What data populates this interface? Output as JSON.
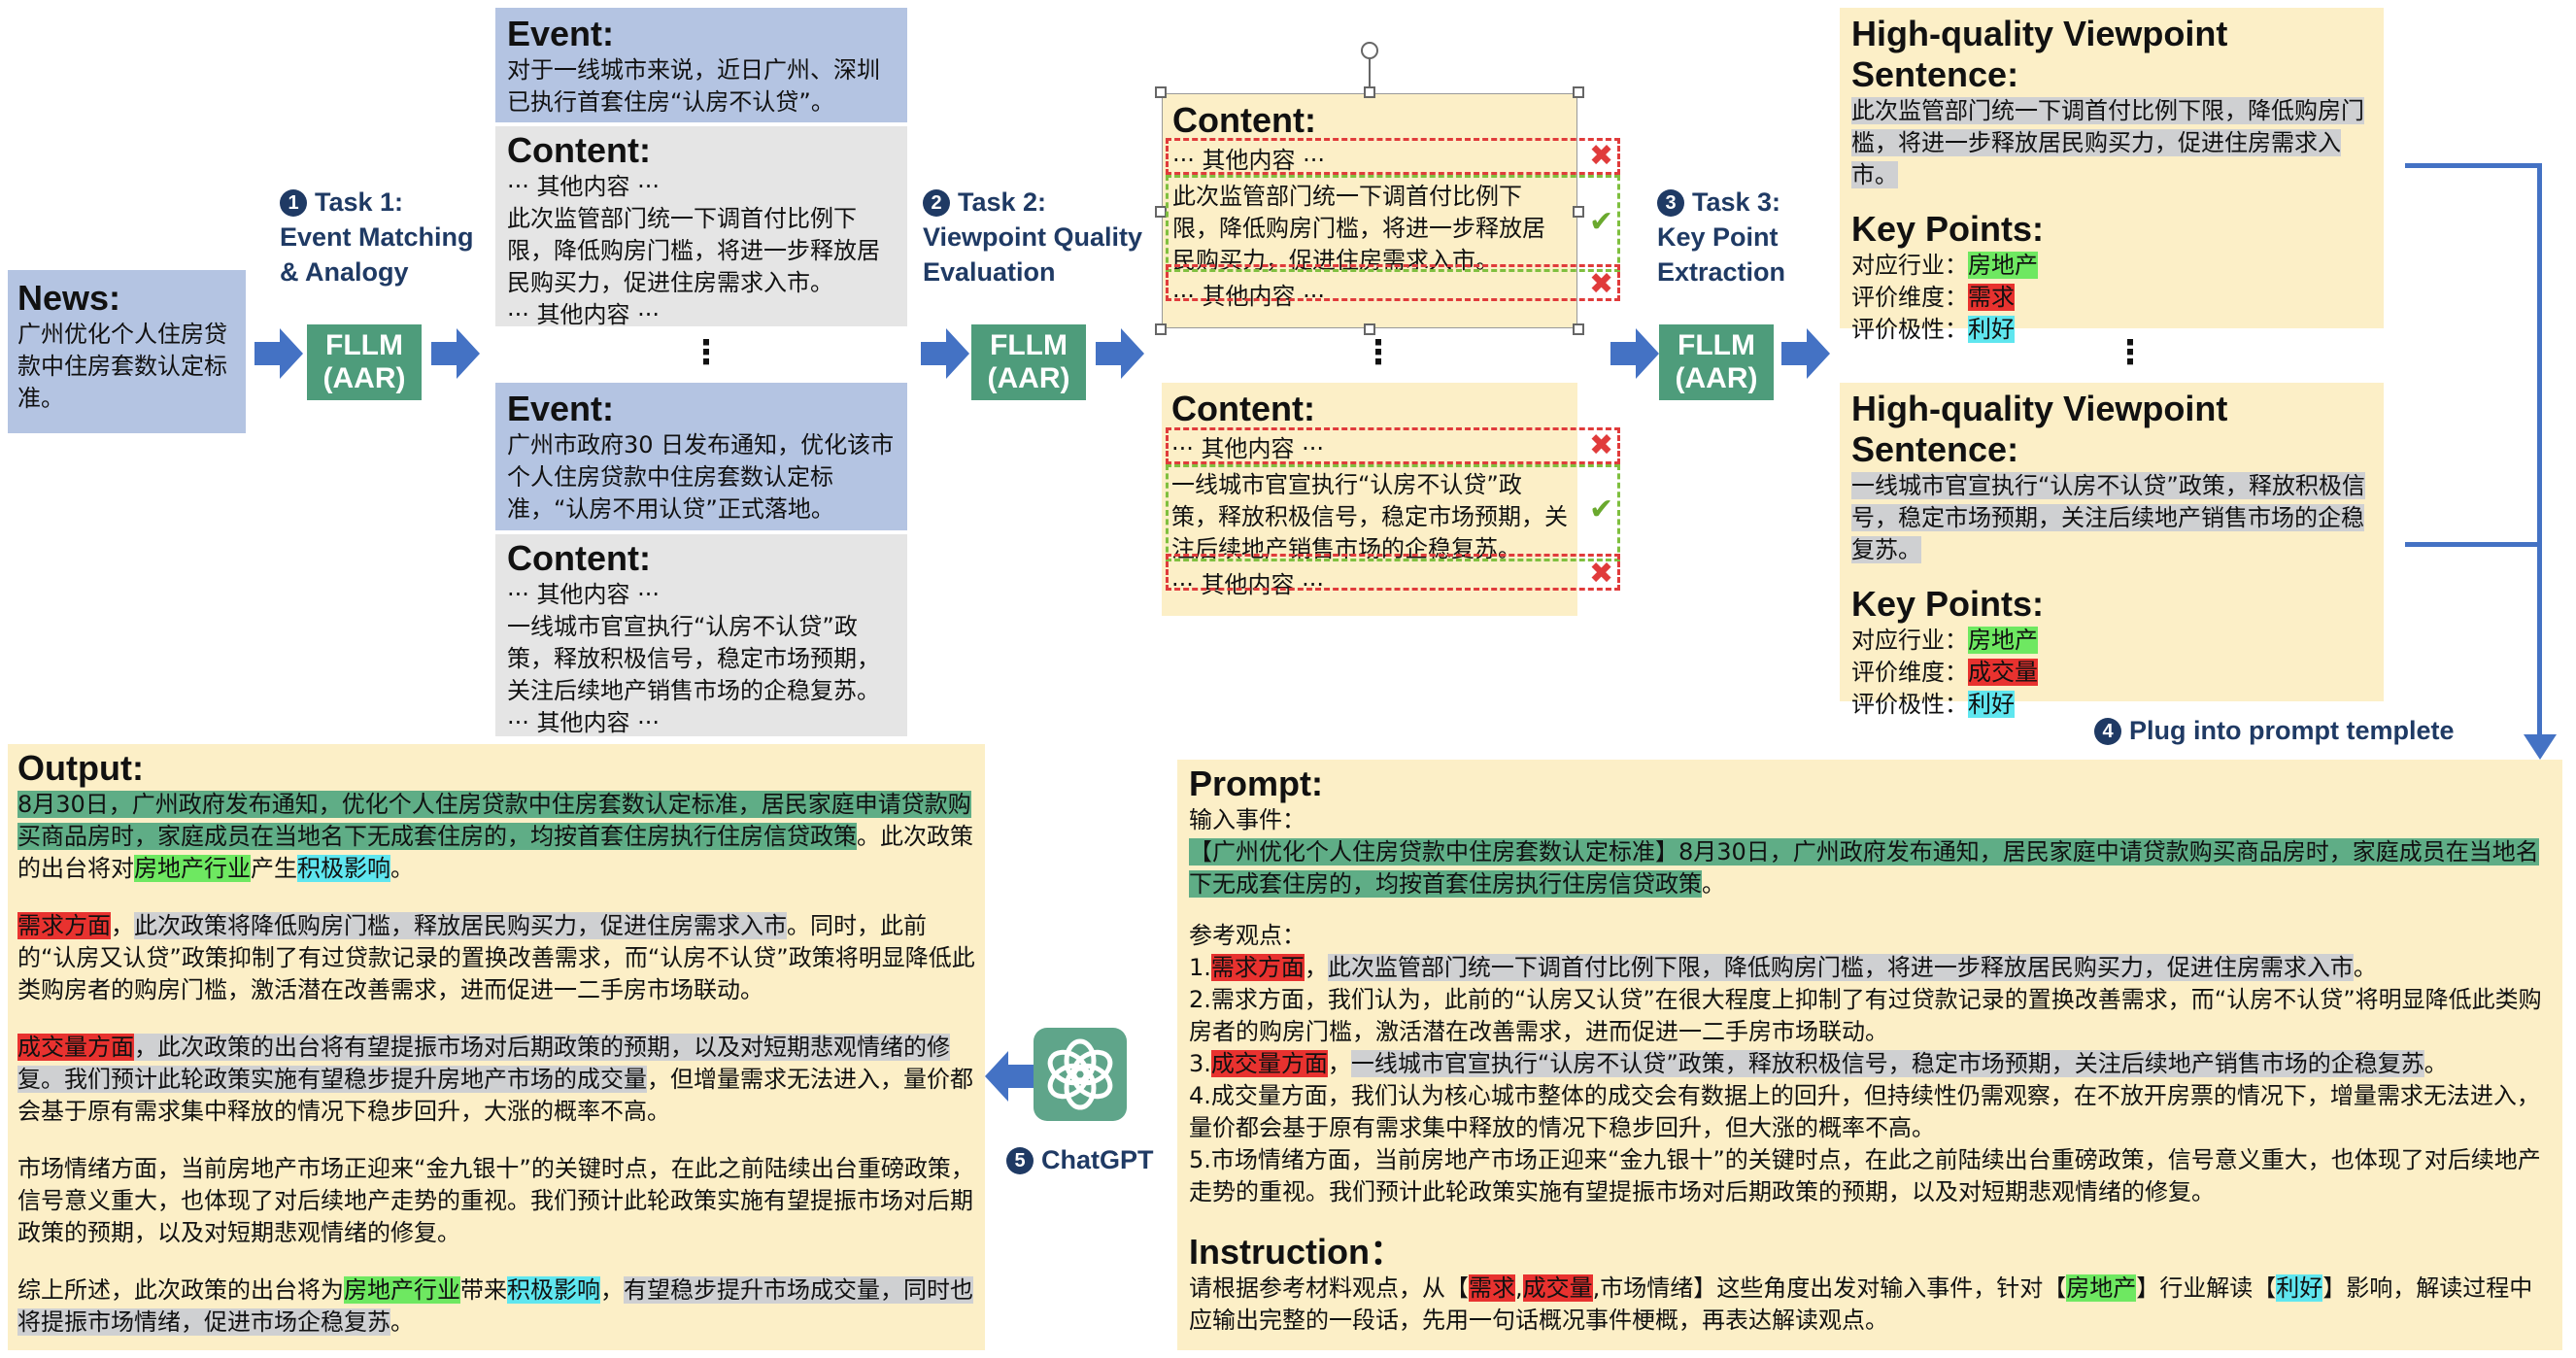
{
  "news": {
    "title": "News:",
    "text": "广州优化个人住房贷款中住房套数认定标准。"
  },
  "task1": {
    "num": "1",
    "label1": "Task 1:",
    "label2": "Event Matching",
    "label3": "& Analogy"
  },
  "task2": {
    "num": "2",
    "label1": "Task 2:",
    "label2": "Viewpoint Quality",
    "label3": "Evaluation"
  },
  "task3": {
    "num": "3",
    "label1": "Task 3:",
    "label2": "Key Point",
    "label3": "Extraction"
  },
  "step4": {
    "num": "4",
    "label": "Plug into prompt templete"
  },
  "step5": {
    "num": "5",
    "label": "ChatGPT"
  },
  "fllm": {
    "line1": "FLLM",
    "line2": "(AAR)"
  },
  "dots": "⋮",
  "events": [
    {
      "event_title": "Event:",
      "event_text": "对于一线城市来说，近日广州、深圳已执行首套住房“认房不认贷”。",
      "content_title": "Content:",
      "content_lines": [
        "··· 其他内容 ···",
        "此次监管部门统一下调首付比例下限，降低购房门槛，将进一步释放居民购买力，促进住房需求入市。",
        "··· 其他内容 ···"
      ]
    },
    {
      "event_title": "Event:",
      "event_text": "广州市政府30 日发布通知，优化该市个人住房贷款中住房套数认定标准，“认房不用认贷”正式落地。",
      "content_title": "Content:",
      "content_lines": [
        "··· 其他内容 ···",
        "一线城市官宣执行“认房不认贷”政策，释放积极信号，稳定市场预期，关注后续地产销售市场的企稳复苏。",
        "··· 其他内容 ···"
      ]
    }
  ],
  "eval": [
    {
      "title": "Content:",
      "other1": "··· 其他内容 ···",
      "main": "此次监管部门统一下调首付比例下限，降低购房门槛，将进一步释放居民购买力，促进住房需求入市。",
      "other2": "··· 其他内容 ···"
    },
    {
      "title": "Content:",
      "other1": "··· 其他内容 ···",
      "main": "一线城市官宣执行“认房不认贷”政策，释放积极信号，稳定市场预期，关注后续地产销售市场的企稳复苏。",
      "other2": "··· 其他内容 ···"
    }
  ],
  "marks": {
    "x": "✖",
    "v": "✔"
  },
  "hq": [
    {
      "title": "High-quality Viewpoint Sentence:",
      "sentence": "此次监管部门统一下调首付比例下限，降低购房门槛，将进一步释放居民购买力，促进住房需求入市。",
      "kp_title": "Key Points:",
      "industry_label": "对应行业：",
      "industry": "房地产",
      "dim_label": "评价维度：",
      "dim": "需求",
      "pol_label": "评价极性：",
      "pol": "利好"
    },
    {
      "title": "High-quality Viewpoint Sentence:",
      "sentence": "一线城市官宣执行“认房不认贷”政策，释放积极信号，稳定市场预期，关注后续地产销售市场的企稳复苏。",
      "kp_title": "Key Points:",
      "industry_label": "对应行业：",
      "industry": "房地产",
      "dim_label": "评价维度：",
      "dim": "成交量",
      "pol_label": "评价极性：",
      "pol": "利好"
    }
  ],
  "output": {
    "title": "Output:",
    "p1a": "8月30日，广州政府发布通知，优化个人住房贷款中住房套数认定标准，居民家庭申请贷款购买商品房时，家庭成员在当地名下无成套住房的，均按首套住房执行住房信贷政策",
    "p1b": "。此次政策的出台将对",
    "p1c": "房地产行业",
    "p1d": "产生",
    "p1e": "积极影响",
    "p1f": "。",
    "p2a": "需求方面",
    "p2b": "，",
    "p2c": "此次政策将降低购房门槛，释放居民购买力，促进住房需求入市",
    "p2d": "。同时，此前的“认房又认贷”政策抑制了有过贷款记录的置换改善需求，而“认房不认贷”政策将明显降低此类购房者的购房门槛，激活潜在改善需求，进而促进一二手房市场联动。",
    "p3a": "成交量方面",
    "p3b": "，此次政策的出台将有望提振市场对后期政策的预期，以及对短期悲观情绪的修复。我们预计此轮政策实施有望稳步提升房地产市场的成交量",
    "p3c": "，但增量需求无法进入，量价都会基于原有需求集中释放的情况下稳步回升，大涨的概率不高。",
    "p4": "市场情绪方面，当前房地产市场正迎来“金九银十”的关键时点，在此之前陆续出台重磅政策，信号意义重大，也体现了对后续地产走势的重视。我们预计此轮政策实施有望提振市场对后期政策的预期，以及对短期悲观情绪的修复。",
    "p5a": "综上所述，此次政策的出台将为",
    "p5b": "房地产行业",
    "p5c": "带来",
    "p5d": "积极影响",
    "p5e": "，",
    "p5f": "有望稳步提升市场成交量，同时也将提振市场情绪，促进市场企稳复苏",
    "p5g": "。"
  },
  "prompt": {
    "title": "Prompt:",
    "input_label": "输入事件：",
    "input_text": "【广州优化个人住房贷款中住房套数认定标准】8月30日，广州政府发布通知，居民家庭中请贷款购买商品房时，家庭成员在当地名下无成套住房的，均按首套住房执行住房信贷政策",
    "input_end": "。",
    "ref_label": "参考观点：",
    "r1n": "1.",
    "r1a": "需求方面",
    "r1b": "，",
    "r1c": "此次监管部门统一下调首付比例下限，降低购房门槛，将进一步释放居民购买力，促进住房需求入市",
    "r1d": "。",
    "r2": "2.需求方面，我们认为，此前的“认房又认贷”在很大程度上抑制了有过贷款记录的置换改善需求，而“认房不认贷”将明显降低此类购房者的购房门槛，激活潜在改善需求，进而促进一二手房市场联动。",
    "r3n": "3.",
    "r3a": "成交量方面",
    "r3b": "，",
    "r3c": "一线城市官宣执行“认房不认贷”政策，释放积极信号，稳定市场预期，关注后续地产销售市场的企稳复苏",
    "r3d": "。",
    "r4": "4.成交量方面，我们认为核心城市整体的成交会有数据上的回升，但持续性仍需观察，在不放开房票的情况下，增量需求无法进入，量价都会基于原有需求集中释放的情况下稳步回升，但大涨的概率不高。",
    "r5": "5.市场情绪方面，当前房地产市场正迎来“金九银十”的关键时点，在此之前陆续出台重磅政策，信号意义重大，也体现了对后续地产走势的重视。我们预计此轮政策实施有望提振市场对后期政策的预期，以及对短期悲观情绪的修复。",
    "instr_title": "Instruction：",
    "i_a": "请根据参考材料观点，从【",
    "i_b": "需求",
    "i_c": ",",
    "i_d": "成交量",
    "i_e": ",市场情绪】这些角度出发对输入事件，针对【",
    "i_f": "房地产",
    "i_g": "】行业解读【",
    "i_h": "利好",
    "i_i": "】影响，解读过程中应输出完整的一段话，先用一句话概况事件梗概，再表达解读观点。"
  },
  "colors": {
    "accent": "#4e9c7b",
    "arrow": "#4472c4",
    "box_blue": "#b4c4e2",
    "box_gray": "#e5e5e5",
    "box_yellow": "#fcefc7"
  }
}
